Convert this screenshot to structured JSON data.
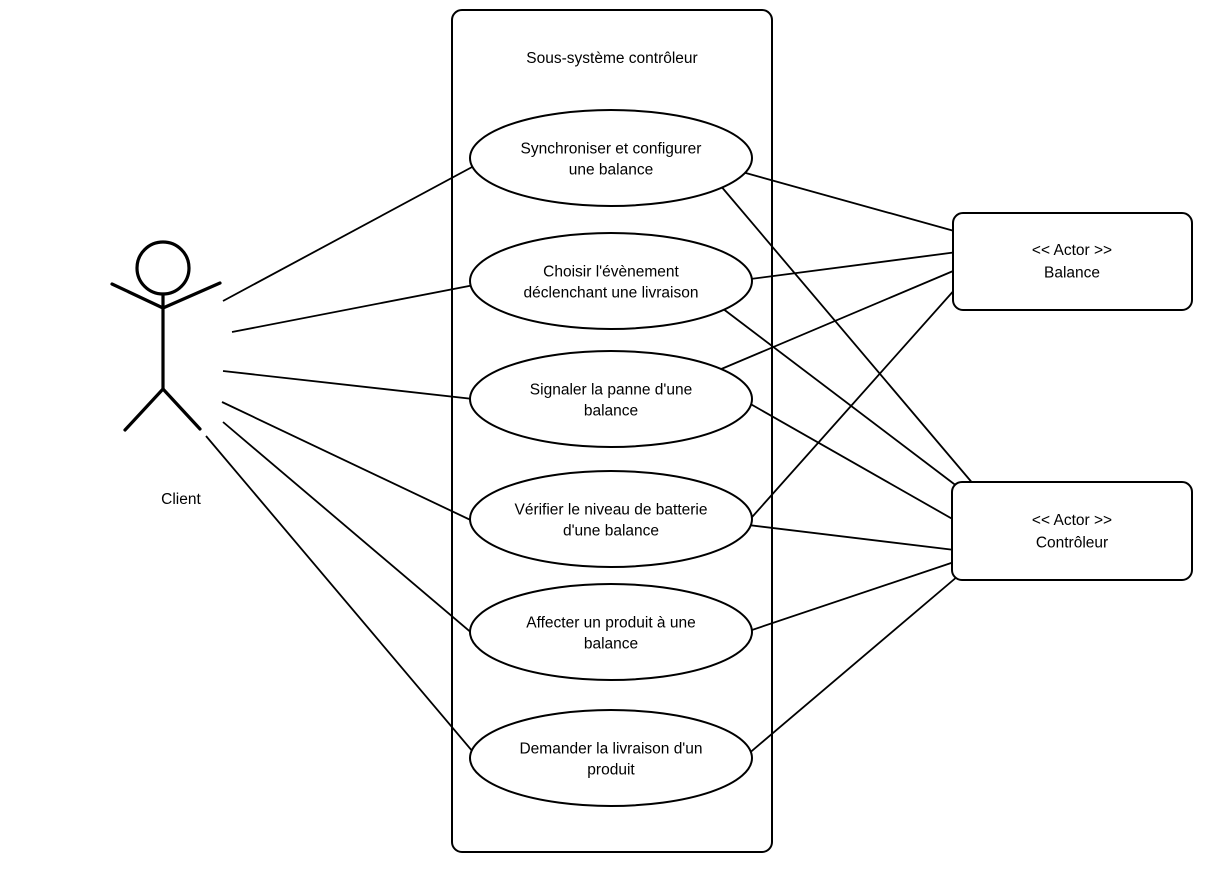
{
  "system": {
    "title": "Sous-système contrôleur"
  },
  "client": {
    "label": "Client"
  },
  "use_cases": [
    {
      "line1": "Synchroniser et configurer",
      "line2": "une balance",
      "full": "Synchroniser et configurer une balance"
    },
    {
      "line1": "Choisir l'évènement",
      "line2": "déclenchant une livraison",
      "full": "Choisir l'évènement déclenchant une livraison"
    },
    {
      "line1": "Signaler la panne d'une",
      "line2": "balance",
      "full": "Signaler la panne d'une balance"
    },
    {
      "line1": "Vérifier le niveau de batterie",
      "line2": "d'une balance",
      "full": "Vérifier le niveau de batterie d'une balance"
    },
    {
      "line1": "Affecter un produit à une",
      "line2": "balance",
      "full": "Affecter un produit à une balance"
    },
    {
      "line1": "Demander la livraison d'un",
      "line2": "produit",
      "full": "Demander la livraison d'un produit"
    }
  ],
  "actors": [
    {
      "stereotype": "<< Actor >>",
      "name": "Balance"
    },
    {
      "stereotype": "<< Actor >>",
      "name": "Contrôleur"
    }
  ],
  "associations": [
    {
      "from": "Client",
      "to": "Synchroniser et configurer une balance"
    },
    {
      "from": "Client",
      "to": "Choisir l'évènement déclenchant une livraison"
    },
    {
      "from": "Client",
      "to": "Signaler la panne d'une balance"
    },
    {
      "from": "Client",
      "to": "Vérifier le niveau de batterie d'une balance"
    },
    {
      "from": "Client",
      "to": "Affecter un produit à une balance"
    },
    {
      "from": "Client",
      "to": "Demander la livraison d'un produit"
    },
    {
      "from": "Synchroniser et configurer une balance",
      "to": "Balance"
    },
    {
      "from": "Choisir l'évènement déclenchant une livraison",
      "to": "Balance"
    },
    {
      "from": "Signaler la panne d'une balance",
      "to": "Balance"
    },
    {
      "from": "Vérifier le niveau de batterie d'une balance",
      "to": "Balance"
    },
    {
      "from": "Synchroniser et configurer une balance",
      "to": "Contrôleur"
    },
    {
      "from": "Choisir l'évènement déclenchant une livraison",
      "to": "Contrôleur"
    },
    {
      "from": "Signaler la panne d'une balance",
      "to": "Contrôleur"
    },
    {
      "from": "Vérifier le niveau de batterie d'une balance",
      "to": "Contrôleur"
    },
    {
      "from": "Affecter un produit à une balance",
      "to": "Contrôleur"
    },
    {
      "from": "Demander la livraison d'un produit",
      "to": "Contrôleur"
    }
  ],
  "colors": {
    "stroke": "#000000",
    "background": "#ffffff"
  }
}
